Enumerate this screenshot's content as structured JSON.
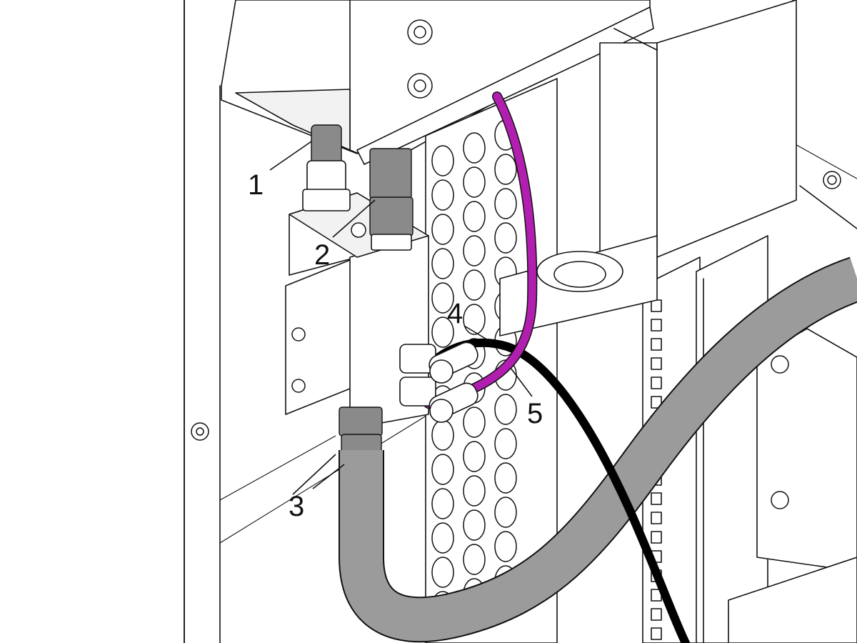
{
  "callouts": [
    {
      "label": "1"
    },
    {
      "label": "2"
    },
    {
      "label": "3"
    },
    {
      "label": "4"
    },
    {
      "label": "5"
    }
  ],
  "colors": {
    "line": "#111111",
    "grey_hose": "#9b9b9b",
    "purple_tube": "#b21fb0",
    "black_tube": "#000000",
    "fitting_dark": "#8a8a8a"
  }
}
